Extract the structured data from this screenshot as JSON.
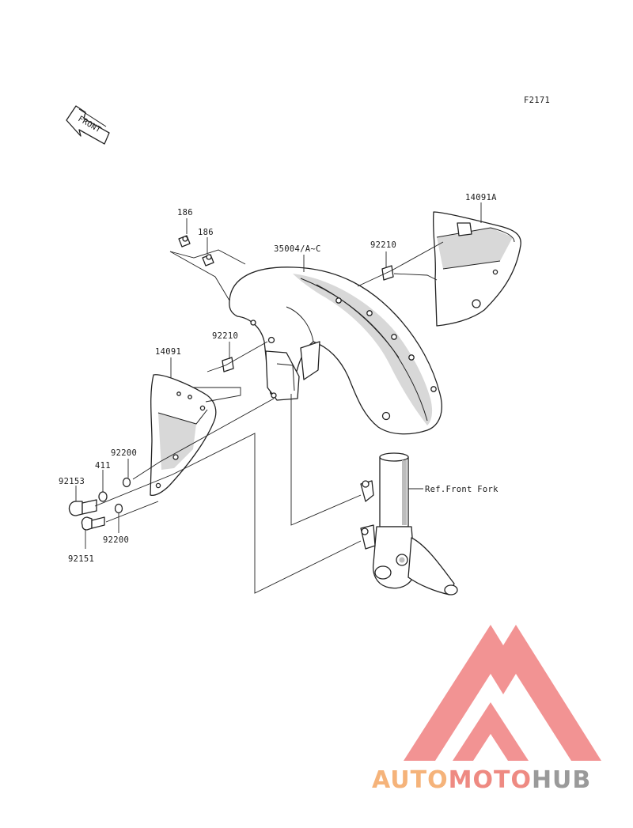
{
  "diagram": {
    "figure_code": "F2171",
    "direction_marker": "FRONT",
    "parts": [
      {
        "id": "p186a",
        "label": "186"
      },
      {
        "id": "p186b",
        "label": "186"
      },
      {
        "id": "p35004",
        "label": "35004/A~C"
      },
      {
        "id": "p92210a",
        "label": "92210"
      },
      {
        "id": "p14091A",
        "label": "14091A"
      },
      {
        "id": "p92210b",
        "label": "92210"
      },
      {
        "id": "p14091",
        "label": "14091"
      },
      {
        "id": "p92200a",
        "label": "92200"
      },
      {
        "id": "p411",
        "label": "411"
      },
      {
        "id": "p92153",
        "label": "92153"
      },
      {
        "id": "p92200b",
        "label": "92200"
      },
      {
        "id": "p92151",
        "label": "92151"
      },
      {
        "id": "pfork",
        "label": "Ref.Front Fork"
      }
    ]
  },
  "watermark": {
    "part1": "AUTO",
    "part2": "MOTO",
    "part3": "HUB",
    "colors": {
      "triangle": "#f08080",
      "auto": "#f5b37a",
      "moto": "#ee8a82",
      "hub": "#9a9a9a"
    }
  }
}
